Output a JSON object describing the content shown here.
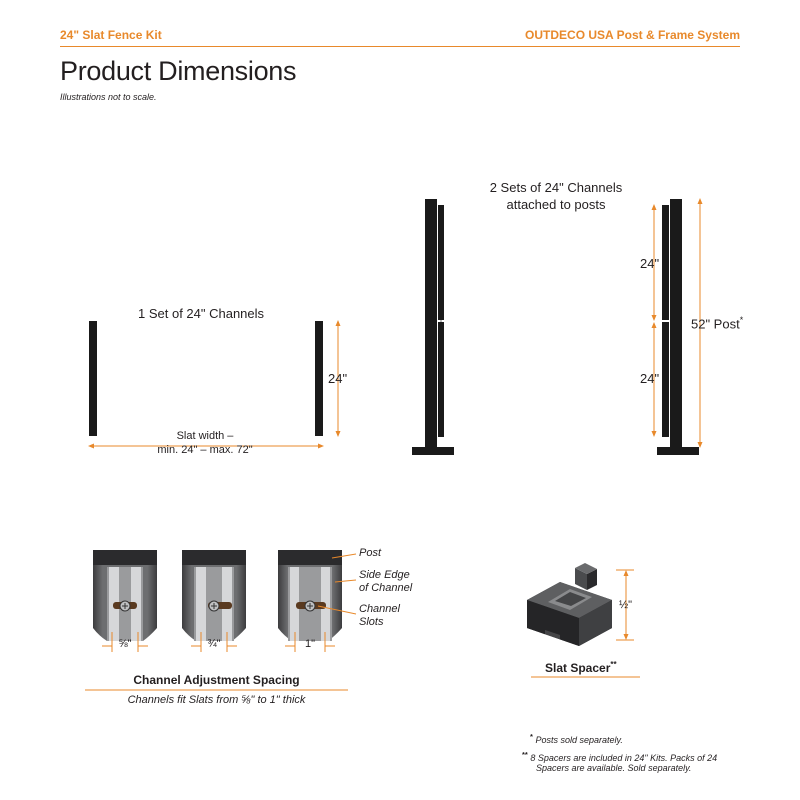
{
  "header": {
    "left": "24\" Slat Fence Kit",
    "right": "OUTDECO USA Post & Frame System"
  },
  "title": "Product Dimensions",
  "subtitle": "Illustrations not to scale.",
  "set1": {
    "title": "1 Set of 24\" Channels",
    "height_label": "24\"",
    "width_label_line1": "Slat width –",
    "width_label_line2": "min. 24\" – max. 72\""
  },
  "set2": {
    "title_line1": "2 Sets of 24\" Channels",
    "title_line2": "attached to posts",
    "upper_label": "24\"",
    "lower_label": "24\"",
    "post_label": "52\" Post",
    "post_mark": "*"
  },
  "adjustment": {
    "widths": [
      "⅝\"",
      "¾\"",
      "1\""
    ],
    "callouts": {
      "post": "Post",
      "side_edge_line1": "Side Edge",
      "side_edge_line2": "of Channel",
      "slots_line1": "Channel",
      "slots_line2": "Slots"
    },
    "caption_title": "Channel Adjustment Spacing",
    "caption_sub": "Channels fit Slats from ⅝\" to 1\" thick"
  },
  "spacer": {
    "height_label": "½\"",
    "caption": "Slat Spacer",
    "caption_mark": "**"
  },
  "footnotes": {
    "mark1": "*",
    "note1": "Posts sold separately.",
    "mark2": "**",
    "note2_line1": "8 Spacers are included in 24\" Kits. Packs of 24",
    "note2_line2": "Spacers are available. Sold separately."
  },
  "colors": {
    "accent": "#e8892b",
    "post_dark": "#1a1a1a",
    "frame_gray": "#6d6e70",
    "channel_light": "#c9cacc"
  }
}
